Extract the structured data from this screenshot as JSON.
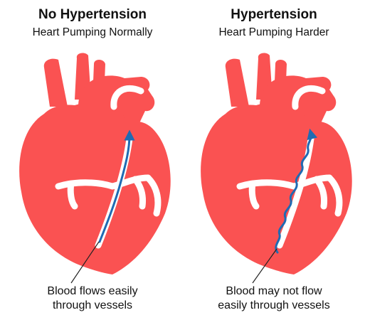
{
  "colors": {
    "heart": "#fa5252",
    "vessel": "#ffffff",
    "blood": "#1f6bb3",
    "pointer": "#222222"
  },
  "panels": [
    {
      "title": "No Hypertension",
      "subtitle": "Heart Pumping Normally",
      "caption_line1": "Blood flows easily",
      "caption_line2": "through vessels",
      "blood_flow": "straight"
    },
    {
      "title": "Hypertension",
      "subtitle": "Heart Pumping Harder",
      "caption_line1": "Blood may not flow",
      "caption_line2": "easily through vessels",
      "blood_flow": "wavy"
    }
  ]
}
